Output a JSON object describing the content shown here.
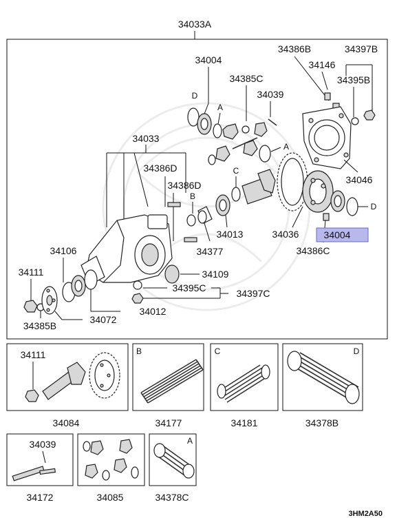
{
  "diagram": {
    "assembly_label": "34033A",
    "code": "3HM2A50",
    "highlight_color": "#b8b8ec",
    "labels": {
      "p34004_top": "34004",
      "p34386B": "34386B",
      "p34397B": "34397B",
      "p34146": "34146",
      "p34385C": "34385C",
      "p34039": "34039",
      "p34395B": "34395B",
      "p34033": "34033",
      "p34386D_1": "34386D",
      "p34386D_2": "34386D",
      "p34046": "34046",
      "p34013": "34013",
      "p34036": "34036",
      "p34004_hl": "34004",
      "p34386C": "34386C",
      "p34377": "34377",
      "p34106": "34106",
      "p34109": "34109",
      "p34111": "34111",
      "p34395C": "34395C",
      "p34397C": "34397C",
      "p34012": "34012",
      "p34072": "34072",
      "p34385B": "34385B",
      "b34111": "34111",
      "b34084": "34084",
      "b34177": "34177",
      "b34181": "34181",
      "b34378B": "34378B",
      "b34039": "34039",
      "b34172": "34172",
      "b34085": "34085",
      "b34378C": "34378C"
    },
    "letters": {
      "D_top": "D",
      "A_top": "A",
      "A_mid": "A",
      "B_mid": "B",
      "C_mid": "C",
      "D_right": "D",
      "B_box": "B",
      "C_box": "C",
      "D_box": "D",
      "A_box": "A"
    }
  }
}
